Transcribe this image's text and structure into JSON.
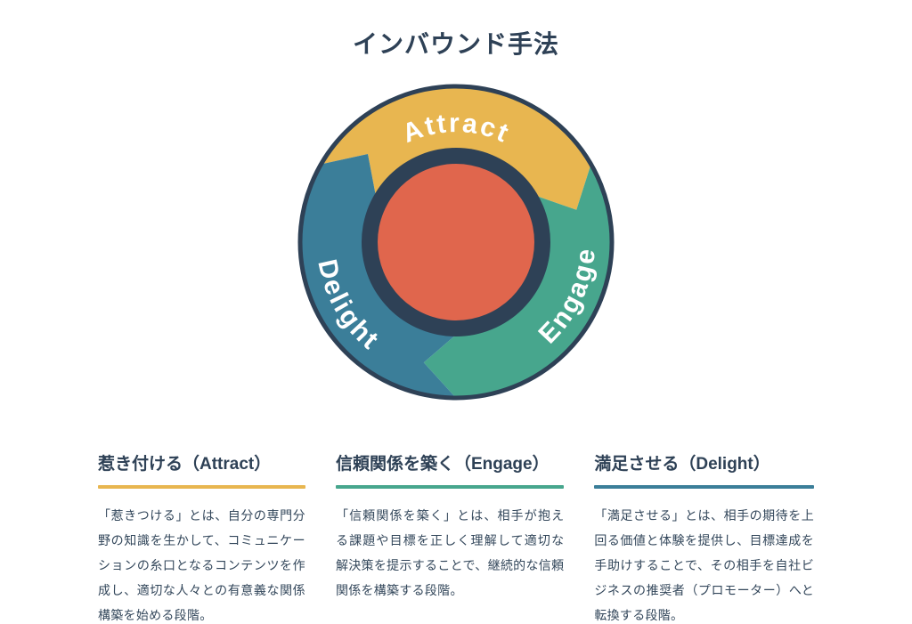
{
  "title": "インバウンド手法",
  "flywheel": {
    "outline_color": "#2e4156",
    "ring_color": "#2e4156",
    "center_color": "#e0664d",
    "segments": [
      {
        "id": "attract",
        "label": "Attract",
        "color": "#e8b650"
      },
      {
        "id": "engage",
        "label": "Engage",
        "color": "#47a68d"
      },
      {
        "id": "delight",
        "label": "Delight",
        "color": "#3b7e99"
      }
    ]
  },
  "columns": [
    {
      "heading": "惹き付ける（Attract）",
      "accent_color": "#e8b650",
      "body": "「惹きつける」とは、自分の専門分野の知識を生かして、コミュニケーションの糸口となるコンテンツを作成し、適切な人々との有意義な関係構築を始める段階。"
    },
    {
      "heading": "信頼関係を築く（Engage）",
      "accent_color": "#47a68d",
      "body": "「信頼関係を築く」とは、相手が抱える課題や目標を正しく理解して適切な解決策を提示することで、継続的な信頼関係を構築する段階。"
    },
    {
      "heading": "満足させる（Delight）",
      "accent_color": "#3b7e99",
      "body": "「満足させる」とは、相手の期待を上回る価値と体験を提供し、目標達成を手助けすることで、その相手を自社ビジネスの推奨者（プロモーター）へと転換する段階。"
    }
  ]
}
